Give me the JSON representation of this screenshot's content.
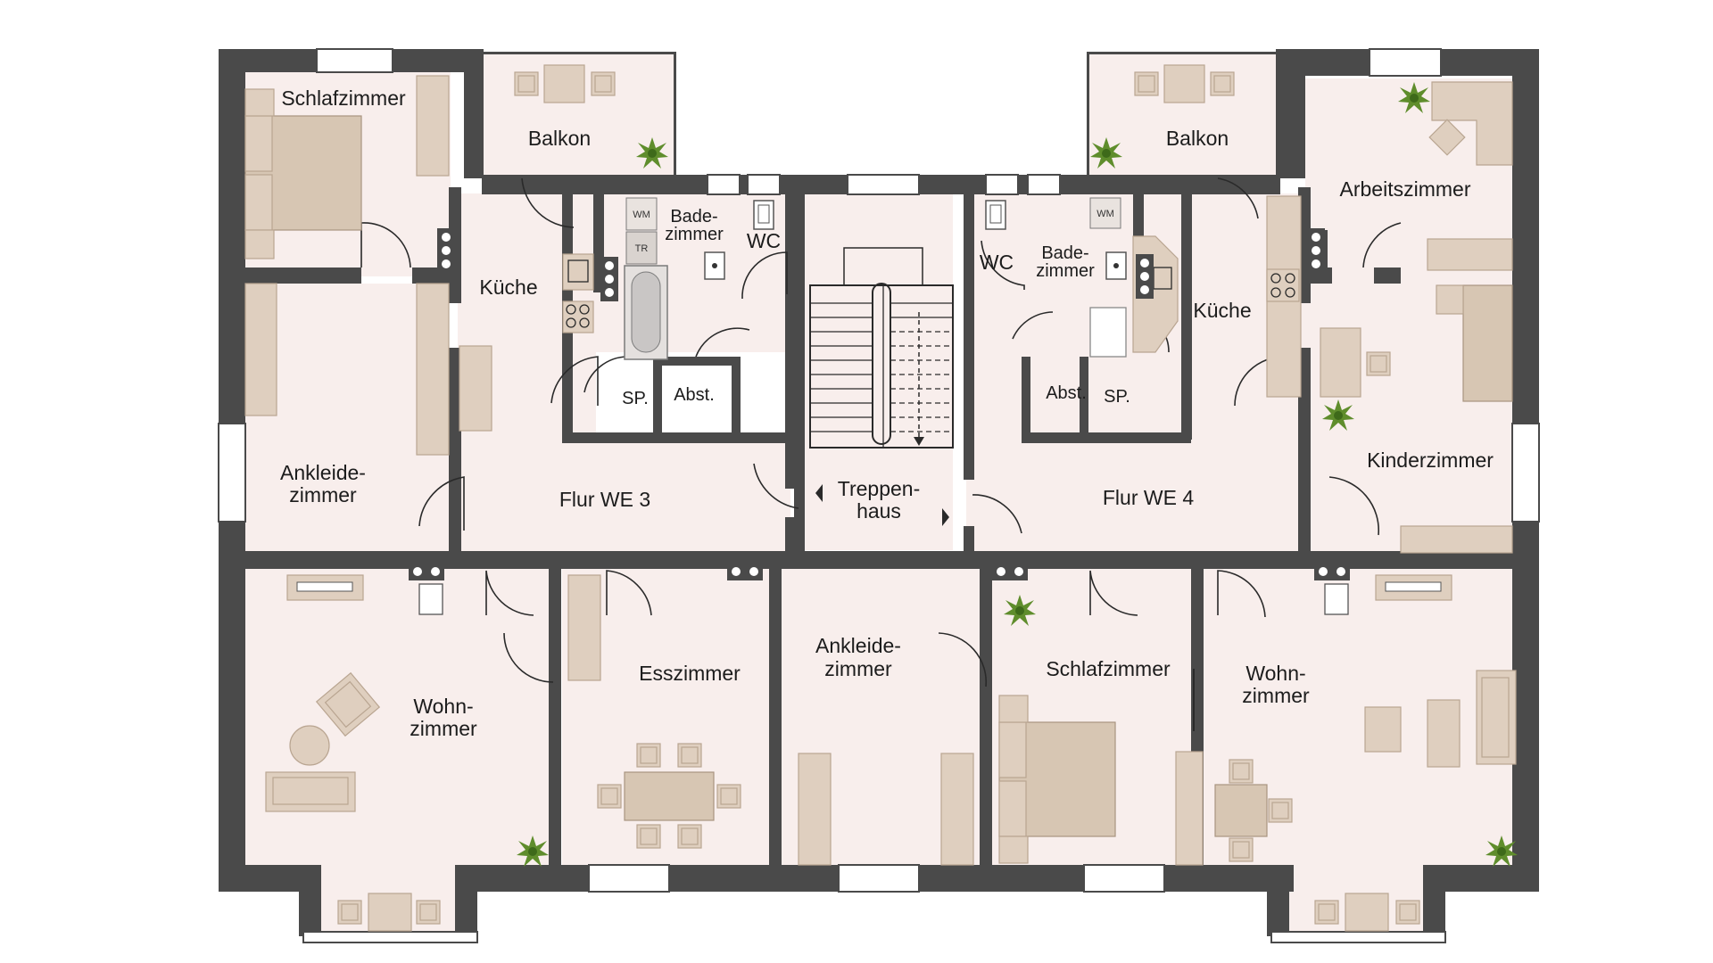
{
  "rooms": {
    "schlafzimmer_we3": "Schlafzimmer",
    "balkon_we3": "Balkon",
    "kueche_we3": "Küche",
    "badezimmer_we3_line1": "Bade-",
    "badezimmer_we3_line2": "zimmer",
    "wc_we3": "WC",
    "sp_we3": "SP.",
    "abst_we3": "Abst.",
    "ankleidezimmer_we3_line1": "Ankleide-",
    "ankleidezimmer_we3_line2": "zimmer",
    "flur_we3": "Flur WE 3",
    "treppenhaus_line1": "Treppen-",
    "treppenhaus_line2": "haus",
    "wc_we4": "WC",
    "badezimmer_we4_line1": "Bade-",
    "badezimmer_we4_line2": "zimmer",
    "kueche_we4": "Küche",
    "balkon_we4": "Balkon",
    "arbeitszimmer_we4": "Arbeitszimmer",
    "abst_we4": "Abst.",
    "sp_we4": "SP.",
    "flur_we4": "Flur WE 4",
    "kinderzimmer_we4": "Kinderzimmer",
    "wohnzimmer_we3_line1": "Wohn-",
    "wohnzimmer_we3_line2": "zimmer",
    "esszimmer_we3": "Esszimmer",
    "ankleidezimmer_we4_line1": "Ankleide-",
    "ankleidezimmer_we4_line2": "zimmer",
    "schlafzimmer_we4": "Schlafzimmer",
    "wohnzimmer_we4_line1": "Wohn-",
    "wohnzimmer_we4_line2": "zimmer"
  },
  "appliances": {
    "washer_we3": "WM",
    "dryer_we3": "TR",
    "washer_we4": "WM"
  },
  "icons": [
    "plant-icon",
    "arrow-left-icon",
    "arrow-right-icon",
    "radiator-icon",
    "bed-icon",
    "sofa-icon",
    "armchair-icon",
    "dining-table-icon",
    "bathtub-icon",
    "toilet-icon",
    "stove-icon",
    "sink-icon",
    "desk-icon"
  ],
  "colors": {
    "wall": "#4a4a4a",
    "floor": "#f8eeec",
    "furniture": "#dfcfbf",
    "plant": "#5f8d2c"
  }
}
